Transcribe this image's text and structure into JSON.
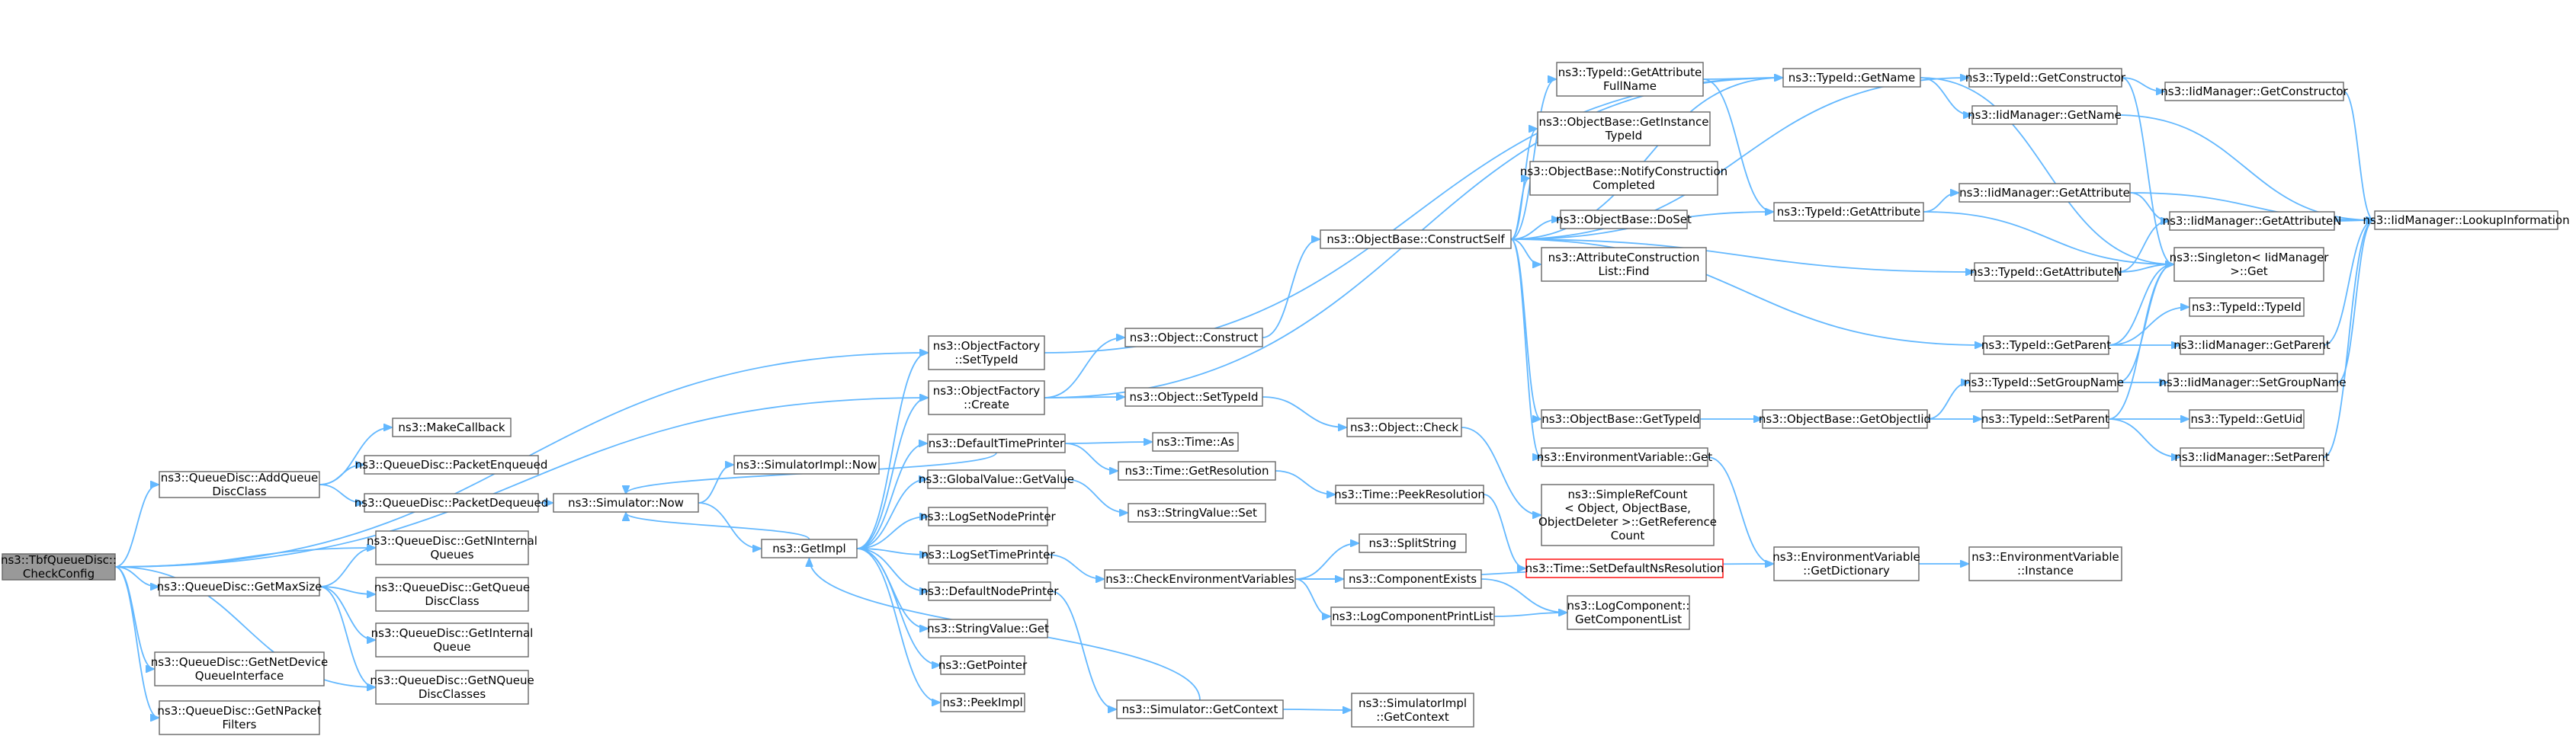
{
  "colors": {
    "edge": "#63b8ff",
    "node_border": "#666666",
    "root_fill": "#999999",
    "highlight_border": "#ff0000"
  },
  "nodes": [
    {
      "id": "root",
      "lines": [
        "ns3::TbfQueueDisc::",
        "CheckConfig"
      ],
      "style": "root"
    },
    {
      "id": "addqdc",
      "lines": [
        "ns3::QueueDisc::AddQueue",
        "DiscClass"
      ]
    },
    {
      "id": "getmax",
      "lines": [
        "ns3::QueueDisc::GetMaxSize"
      ]
    },
    {
      "id": "netdev",
      "lines": [
        "ns3::QueueDisc::GetNetDevice",
        "QueueInterface"
      ]
    },
    {
      "id": "npkt",
      "lines": [
        "ns3::QueueDisc::GetNPacket",
        "Filters"
      ]
    },
    {
      "id": "mkcb",
      "lines": [
        "ns3::MakeCallback"
      ]
    },
    {
      "id": "penq",
      "lines": [
        "ns3::QueueDisc::PacketEnqueued"
      ]
    },
    {
      "id": "pdeq",
      "lines": [
        "ns3::QueueDisc::PacketDequeued"
      ]
    },
    {
      "id": "gniq",
      "lines": [
        "ns3::QueueDisc::GetNInternal",
        "Queues"
      ]
    },
    {
      "id": "gqdc",
      "lines": [
        "ns3::QueueDisc::GetQueue",
        "DiscClass"
      ]
    },
    {
      "id": "giq",
      "lines": [
        "ns3::QueueDisc::GetInternal",
        "Queue"
      ]
    },
    {
      "id": "gnqdc",
      "lines": [
        "ns3::QueueDisc::GetNQueue",
        "DiscClasses"
      ]
    },
    {
      "id": "simnow",
      "lines": [
        "ns3::Simulator::Now"
      ]
    },
    {
      "id": "simimplnow",
      "lines": [
        "ns3::SimulatorImpl::Now"
      ]
    },
    {
      "id": "getimpl",
      "lines": [
        "ns3::GetImpl"
      ]
    },
    {
      "id": "ofsettid",
      "lines": [
        "ns3::ObjectFactory",
        "::SetTypeId"
      ]
    },
    {
      "id": "ofcreate",
      "lines": [
        "ns3::ObjectFactory",
        "::Create"
      ]
    },
    {
      "id": "deftime",
      "lines": [
        "ns3::DefaultTimePrinter"
      ]
    },
    {
      "id": "gvget",
      "lines": [
        "ns3::GlobalValue::GetValue"
      ]
    },
    {
      "id": "logsnp",
      "lines": [
        "ns3::LogSetNodePrinter"
      ]
    },
    {
      "id": "logstp",
      "lines": [
        "ns3::LogSetTimePrinter"
      ]
    },
    {
      "id": "defnode",
      "lines": [
        "ns3::DefaultNodePrinter"
      ]
    },
    {
      "id": "strvget",
      "lines": [
        "ns3::StringValue::Get"
      ]
    },
    {
      "id": "getptr",
      "lines": [
        "ns3::GetPointer"
      ]
    },
    {
      "id": "peekimpl",
      "lines": [
        "ns3::PeekImpl"
      ]
    },
    {
      "id": "objcons",
      "lines": [
        "ns3::Object::Construct"
      ]
    },
    {
      "id": "objstid",
      "lines": [
        "ns3::Object::SetTypeId"
      ]
    },
    {
      "id": "timeas",
      "lines": [
        "ns3::Time::As"
      ]
    },
    {
      "id": "timegetres",
      "lines": [
        "ns3::Time::GetResolution"
      ]
    },
    {
      "id": "strvset",
      "lines": [
        "ns3::StringValue::Set"
      ]
    },
    {
      "id": "checkenv",
      "lines": [
        "ns3::CheckEnvironmentVariables"
      ]
    },
    {
      "id": "simgetctx",
      "lines": [
        "ns3::Simulator::GetContext"
      ]
    },
    {
      "id": "objcheck",
      "lines": [
        "ns3::Object::Check"
      ]
    },
    {
      "id": "timepeek",
      "lines": [
        "ns3::Time::PeekResolution"
      ]
    },
    {
      "id": "obconself",
      "lines": [
        "ns3::ObjectBase::ConstructSelf"
      ]
    },
    {
      "id": "splitstr",
      "lines": [
        "ns3::SplitString"
      ]
    },
    {
      "id": "compex",
      "lines": [
        "ns3::ComponentExists"
      ]
    },
    {
      "id": "logcpl",
      "lines": [
        "ns3::LogComponentPrintList"
      ]
    },
    {
      "id": "simimplctx",
      "lines": [
        "ns3::SimulatorImpl",
        "::GetContext"
      ]
    },
    {
      "id": "tidgafn",
      "lines": [
        "ns3::TypeId::GetAttribute",
        "FullName"
      ]
    },
    {
      "id": "obgit",
      "lines": [
        "ns3::ObjectBase::GetInstance",
        "TypeId"
      ]
    },
    {
      "id": "obncc",
      "lines": [
        "ns3::ObjectBase::NotifyConstruction",
        "Completed"
      ]
    },
    {
      "id": "obdoset",
      "lines": [
        "ns3::ObjectBase::DoSet"
      ]
    },
    {
      "id": "acfind",
      "lines": [
        "ns3::AttributeConstruction",
        "List::Find"
      ]
    },
    {
      "id": "obgtid",
      "lines": [
        "ns3::ObjectBase::GetTypeId"
      ]
    },
    {
      "id": "envget",
      "lines": [
        "ns3::EnvironmentVariable::Get"
      ]
    },
    {
      "id": "srcref",
      "lines": [
        "ns3::SimpleRefCount",
        "< Object, ObjectBase,",
        "ObjectDeleter >::GetReference",
        "Count"
      ]
    },
    {
      "id": "timesetdef",
      "lines": [
        "ns3::Time::SetDefaultNsResolution"
      ],
      "style": "red"
    },
    {
      "id": "lcgcl",
      "lines": [
        "ns3::LogComponent::",
        "GetComponentList"
      ]
    },
    {
      "id": "tidgetname",
      "lines": [
        "ns3::TypeId::GetName"
      ]
    },
    {
      "id": "tidgetattr",
      "lines": [
        "ns3::TypeId::GetAttribute"
      ]
    },
    {
      "id": "obgoiid",
      "lines": [
        "ns3::ObjectBase::GetObjectIid"
      ]
    },
    {
      "id": "envdict",
      "lines": [
        "ns3::EnvironmentVariable",
        "::GetDictionary"
      ]
    },
    {
      "id": "tidgetcons",
      "lines": [
        "ns3::TypeId::GetConstructor"
      ]
    },
    {
      "id": "iidgetname",
      "lines": [
        "ns3::IidManager::GetName"
      ]
    },
    {
      "id": "iidgetattr",
      "lines": [
        "ns3::IidManager::GetAttribute"
      ]
    },
    {
      "id": "tidgetattrn",
      "lines": [
        "ns3::TypeId::GetAttributeN"
      ]
    },
    {
      "id": "tidgetparent",
      "lines": [
        "ns3::TypeId::GetParent"
      ]
    },
    {
      "id": "tidsetgroup",
      "lines": [
        "ns3::TypeId::SetGroupName"
      ]
    },
    {
      "id": "tidsetparent",
      "lines": [
        "ns3::TypeId::SetParent"
      ]
    },
    {
      "id": "envinst",
      "lines": [
        "ns3::EnvironmentVariable",
        "::Instance"
      ]
    },
    {
      "id": "iidgetcons",
      "lines": [
        "ns3::IidManager::GetConstructor"
      ]
    },
    {
      "id": "iidgetattrn",
      "lines": [
        "ns3::IidManager::GetAttributeN"
      ]
    },
    {
      "id": "singleton",
      "lines": [
        "ns3::Singleton< IidManager",
        ">::Get"
      ]
    },
    {
      "id": "tidtid",
      "lines": [
        "ns3::TypeId::TypeId"
      ]
    },
    {
      "id": "iidgetparent",
      "lines": [
        "ns3::IidManager::GetParent"
      ]
    },
    {
      "id": "iidsetgroup",
      "lines": [
        "ns3::IidManager::SetGroupName"
      ]
    },
    {
      "id": "tidgetuid",
      "lines": [
        "ns3::TypeId::GetUid"
      ]
    },
    {
      "id": "iidsetparent",
      "lines": [
        "ns3::IidManager::SetParent"
      ]
    },
    {
      "id": "iidlookup",
      "lines": [
        "ns3::IidManager::LookupInformation"
      ]
    }
  ],
  "edges": [
    [
      "root",
      "addqdc"
    ],
    [
      "root",
      "getmax"
    ],
    [
      "root",
      "netdev"
    ],
    [
      "root",
      "npkt"
    ],
    [
      "root",
      "gniq"
    ],
    [
      "root",
      "gnqdc"
    ],
    [
      "root",
      "ofsettid"
    ],
    [
      "root",
      "ofcreate"
    ],
    [
      "addqdc",
      "mkcb"
    ],
    [
      "addqdc",
      "penq"
    ],
    [
      "addqdc",
      "pdeq"
    ],
    [
      "getmax",
      "gniq"
    ],
    [
      "getmax",
      "gqdc"
    ],
    [
      "getmax",
      "giq"
    ],
    [
      "getmax",
      "gnqdc"
    ],
    [
      "pdeq",
      "simnow"
    ],
    [
      "simnow",
      "simimplnow"
    ],
    [
      "simnow",
      "getimpl"
    ],
    [
      "getimpl",
      "ofsettid"
    ],
    [
      "getimpl",
      "ofcreate"
    ],
    [
      "getimpl",
      "deftime"
    ],
    [
      "getimpl",
      "gvget"
    ],
    [
      "getimpl",
      "logsnp"
    ],
    [
      "getimpl",
      "logstp"
    ],
    [
      "getimpl",
      "defnode"
    ],
    [
      "getimpl",
      "strvget"
    ],
    [
      "getimpl",
      "getptr"
    ],
    [
      "getimpl",
      "peekimpl"
    ],
    [
      "getimpl",
      "simnow"
    ],
    [
      "ofsettid",
      "tidgetname"
    ],
    [
      "ofcreate",
      "objcons"
    ],
    [
      "ofcreate",
      "objstid"
    ],
    [
      "ofcreate",
      "tidgetname"
    ],
    [
      "deftime",
      "timeas"
    ],
    [
      "deftime",
      "timegetres"
    ],
    [
      "deftime",
      "simnow"
    ],
    [
      "gvget",
      "strvset"
    ],
    [
      "logstp",
      "checkenv"
    ],
    [
      "defnode",
      "simgetctx"
    ],
    [
      "simgetctx",
      "simimplctx"
    ],
    [
      "simgetctx",
      "getimpl"
    ],
    [
      "objcons",
      "obconself"
    ],
    [
      "objstid",
      "objcheck"
    ],
    [
      "timegetres",
      "timepeek"
    ],
    [
      "timepeek",
      "timesetdef"
    ],
    [
      "objcheck",
      "srcref"
    ],
    [
      "checkenv",
      "splitstr"
    ],
    [
      "checkenv",
      "compex"
    ],
    [
      "checkenv",
      "logcpl"
    ],
    [
      "checkenv",
      "envdict"
    ],
    [
      "compex",
      "lcgcl"
    ],
    [
      "logcpl",
      "lcgcl"
    ],
    [
      "obconself",
      "tidgafn"
    ],
    [
      "obconself",
      "obgit"
    ],
    [
      "obconself",
      "obncc"
    ],
    [
      "obconself",
      "obdoset"
    ],
    [
      "obconself",
      "acfind"
    ],
    [
      "obconself",
      "obgtid"
    ],
    [
      "obconself",
      "envget"
    ],
    [
      "obconself",
      "tidgetname"
    ],
    [
      "obconself",
      "tidgetattr"
    ],
    [
      "obconself",
      "tidgetattrn"
    ],
    [
      "obconself",
      "tidgetparent"
    ],
    [
      "obconself",
      "tidgetcons"
    ],
    [
      "tidgafn",
      "tidgetname"
    ],
    [
      "tidgafn",
      "tidgetattr"
    ],
    [
      "obgtid",
      "obgoiid"
    ],
    [
      "envget",
      "envdict"
    ],
    [
      "tidgetname",
      "iidgetname"
    ],
    [
      "tidgetname",
      "singleton"
    ],
    [
      "tidgetattr",
      "iidgetattr"
    ],
    [
      "tidgetattr",
      "singleton"
    ],
    [
      "obgoiid",
      "tidsetgroup"
    ],
    [
      "obgoiid",
      "tidsetparent"
    ],
    [
      "envdict",
      "envinst"
    ],
    [
      "tidgetcons",
      "iidgetcons"
    ],
    [
      "tidgetcons",
      "singleton"
    ],
    [
      "iidgetname",
      "iidlookup"
    ],
    [
      "iidgetattr",
      "iidgetattrn"
    ],
    [
      "iidgetattr",
      "iidlookup"
    ],
    [
      "tidgetattrn",
      "iidgetattrn"
    ],
    [
      "tidgetattrn",
      "singleton"
    ],
    [
      "tidgetparent",
      "singleton"
    ],
    [
      "tidgetparent",
      "tidtid"
    ],
    [
      "tidgetparent",
      "iidgetparent"
    ],
    [
      "tidsetgroup",
      "iidsetgroup"
    ],
    [
      "tidsetgroup",
      "singleton"
    ],
    [
      "tidsetparent",
      "tidgetuid"
    ],
    [
      "tidsetparent",
      "iidsetparent"
    ],
    [
      "tidsetparent",
      "singleton"
    ],
    [
      "iidgetcons",
      "iidlookup"
    ],
    [
      "iidgetattrn",
      "iidlookup"
    ],
    [
      "iidgetparent",
      "iidlookup"
    ],
    [
      "iidsetgroup",
      "iidlookup"
    ],
    [
      "iidsetparent",
      "iidlookup"
    ]
  ]
}
